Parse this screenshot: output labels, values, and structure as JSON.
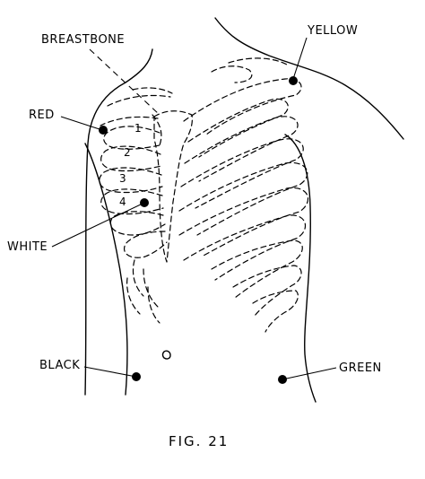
{
  "labels": {
    "breastbone": "BREASTBONE",
    "yellow": "YELLOW",
    "red": "RED",
    "white": "WHITE",
    "black": "BLACK",
    "green": "GREEN"
  },
  "rib_numbers": [
    "1",
    "2",
    "3",
    "4"
  ],
  "caption": "FIG. 21"
}
